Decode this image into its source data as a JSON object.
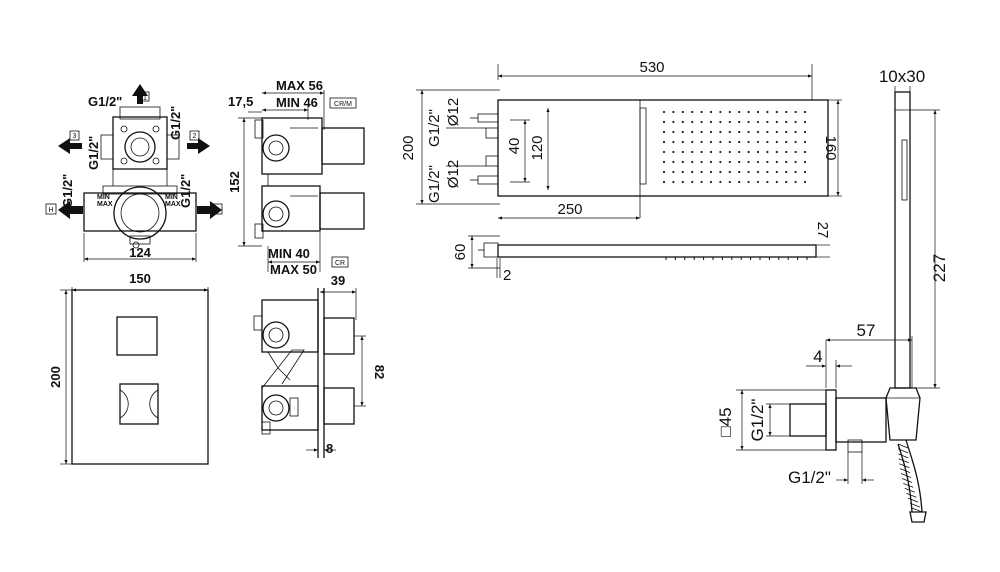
{
  "valve_body": {
    "thread_top": "G1/2\"",
    "thread_right_top": "G1/2\"",
    "thread_left_mid": "G1/2\"",
    "thread_left_low": "G1/2\"",
    "thread_right_low": "G1/2\"",
    "port_1": "1",
    "port_2": "2",
    "port_3": "3",
    "port_h": "H",
    "port_c": "C",
    "min_left": "MIN",
    "max_left": "MAX",
    "min_right": "MIN",
    "max_right": "MAX",
    "dim_width": "124"
  },
  "valve_side": {
    "dim_depth": "17,5",
    "max_depth": "MAX 56",
    "min_depth": "MIN 46",
    "finish_crm": "CR/M",
    "dim_height": "152",
    "min_depth_b": "MIN 40",
    "max_depth_b": "MAX 50",
    "finish_cr": "CR"
  },
  "faceplate": {
    "dim_width": "150",
    "dim_height": "200"
  },
  "installed_side": {
    "dim_39": "39",
    "dim_82": "82",
    "dim_8": "8"
  },
  "shower_head": {
    "dim_length": "530",
    "dim_depth": "200",
    "thread_upper": "G1/2\"",
    "dia_upper": "Ø12",
    "thread_lower": "G1/2\"",
    "dia_lower": "Ø12",
    "dim_40": "40",
    "dim_120": "120",
    "dim_160": "160",
    "dim_250": "250",
    "dim_60": "60",
    "dim_27": "27",
    "dim_2": "2"
  },
  "hand_shower": {
    "dim_section": "10x30",
    "dim_length": "227",
    "dim_57": "57",
    "dim_4": "4",
    "dim_square": "□45",
    "thread_outlet": "G1/2\"",
    "thread_inlet": "G1/2\""
  }
}
